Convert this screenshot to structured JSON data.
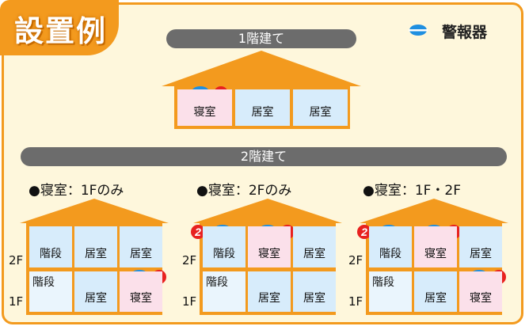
{
  "title": "設置例",
  "legend": {
    "label": "警報器",
    "icon": "smoke-alarm-icon"
  },
  "one_story": {
    "heading": "1階建て",
    "rooms": [
      {
        "label": "寝室",
        "kind": "bedroom",
        "alarm": "1"
      },
      {
        "label": "居室",
        "kind": "room"
      },
      {
        "label": "居室",
        "kind": "room"
      }
    ]
  },
  "two_story": {
    "heading": "2階建て",
    "floor_labels": {
      "upper": "2F",
      "lower": "1F"
    },
    "examples": [
      {
        "caption": "●寝室：1Fのみ",
        "upper": [
          {
            "label": "階段",
            "kind": "room"
          },
          {
            "label": "居室",
            "kind": "room"
          },
          {
            "label": "居室",
            "kind": "room"
          }
        ],
        "lower": [
          {
            "label": "階段",
            "kind": "stairs"
          },
          {
            "label": "居室",
            "kind": "room"
          },
          {
            "label": "寝室",
            "kind": "bedroom",
            "alarm": "1"
          }
        ]
      },
      {
        "caption": "●寝室：2Fのみ",
        "upper": [
          {
            "label": "階段",
            "kind": "room",
            "alarm": "2"
          },
          {
            "label": "寝室",
            "kind": "bedroom",
            "alarm": "1"
          },
          {
            "label": "居室",
            "kind": "room"
          }
        ],
        "lower": [
          {
            "label": "階段",
            "kind": "stairs"
          },
          {
            "label": "居室",
            "kind": "room"
          },
          {
            "label": "居室",
            "kind": "room"
          }
        ]
      },
      {
        "caption": "●寝室：1F・2F",
        "upper": [
          {
            "label": "階段",
            "kind": "room",
            "alarm": "2"
          },
          {
            "label": "寝室",
            "kind": "bedroom",
            "alarm": "1"
          },
          {
            "label": "居室",
            "kind": "room"
          }
        ],
        "lower": [
          {
            "label": "階段",
            "kind": "stairs"
          },
          {
            "label": "居室",
            "kind": "room"
          },
          {
            "label": "寝室",
            "kind": "bedroom",
            "alarm": "1"
          }
        ]
      }
    ]
  },
  "colors": {
    "orange": "#f39a1e",
    "panel": "#fef7dc",
    "room": "#d7ecfb",
    "bedroom": "#fbe0ea",
    "alarm_blue": "#1f8fe0",
    "badge_red": "#e8211f",
    "pill_gray": "#6c6c6c",
    "stairs_gray": "#c9c9c9"
  }
}
